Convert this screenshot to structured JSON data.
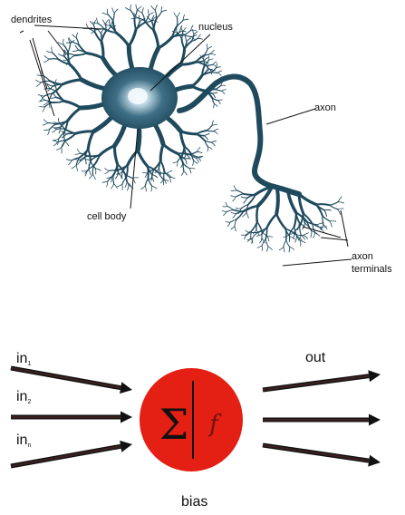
{
  "biological_neuron": {
    "labels": {
      "dendrites": "dendrites",
      "nucleus": "nucleus",
      "axon": "axon",
      "cell_body": "cell body",
      "axon_terminals_line1": "axon",
      "axon_terminals_line2": "terminals"
    },
    "colors": {
      "neuron": "#1f4a5e",
      "nucleus_glow": "#e9f3f8"
    }
  },
  "artificial_neuron": {
    "inputs": [
      {
        "base": "in",
        "subscript": "1"
      },
      {
        "base": "in",
        "subscript": "2"
      },
      {
        "base": "in",
        "subscript": "n"
      }
    ],
    "output_label": "out",
    "sum_symbol": "Σ",
    "function_symbol": "f",
    "bias_label": "bias",
    "colors": {
      "node_fill": "#e41f13",
      "arrow_outline": "#111111",
      "arrow_fill": "#3a2020",
      "divider": "#111111"
    }
  }
}
